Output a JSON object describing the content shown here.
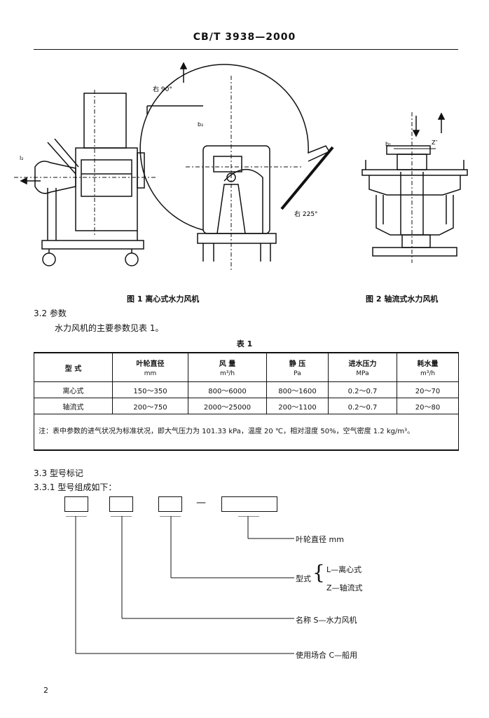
{
  "header": {
    "standard": "CB/T  3938—2000"
  },
  "figures": {
    "fig1_caption": "图 1   离心式水力风机",
    "fig2_caption": "图 2   轴流式水力风机",
    "fig1_labels": {
      "right90": "右 90°",
      "right225": "右 225°",
      "b2": "b₂",
      "l2": "l₂"
    },
    "fig2_labels": {
      "b1": "b₁",
      "z": "Z″"
    }
  },
  "section_3_2": {
    "heading": "3.2  参数",
    "text": "水力风机的主要参数见表 1。"
  },
  "table1": {
    "title": "表 1",
    "headers": [
      {
        "name": "型    式",
        "unit": ""
      },
      {
        "name": "叶轮直径",
        "unit": "mm"
      },
      {
        "name": "风    量",
        "unit": "m³/h"
      },
      {
        "name": "静    压",
        "unit": "Pa"
      },
      {
        "name": "进水压力",
        "unit": "MPa"
      },
      {
        "name": "耗水量",
        "unit": "m³/h"
      }
    ],
    "rows": [
      [
        "离心式",
        "150～350",
        "800～6000",
        "800～1600",
        "0.2～0.7",
        "20～70"
      ],
      [
        "轴流式",
        "200～750",
        "2000～25000",
        "200～1100",
        "0.2～0.7",
        "20～80"
      ]
    ],
    "note": "注：表中参数的进气状况为标准状况，即大气压力为 101.33 kPa，温度 20 ℃，相对湿度 50%，空气密度 1.2 kg/m³。"
  },
  "section_3_3": {
    "heading": "3.3  型号标记"
  },
  "section_3_3_1": {
    "heading": "3.3.1  型号组成如下："
  },
  "model_diagram": {
    "dash": "—",
    "impeller": "叶轮直径   mm",
    "type_label": "型式",
    "type_L": "L—离心式",
    "type_Z": "Z—轴流式",
    "name_label": "名称  S—水力风机",
    "usage_label": "使用场合  C—船用"
  },
  "page_number": "2"
}
